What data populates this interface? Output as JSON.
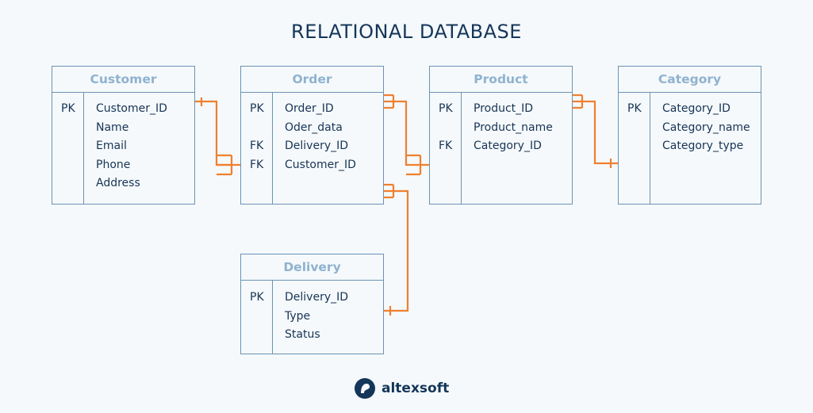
{
  "title": "RELATIONAL DATABASE",
  "tables": [
    {
      "name": "Customer",
      "rows": [
        {
          "key": "PK",
          "field": "Customer_ID"
        },
        {
          "key": "",
          "field": "Name"
        },
        {
          "key": "",
          "field": "Email"
        },
        {
          "key": "",
          "field": "Phone"
        },
        {
          "key": "",
          "field": "Address"
        }
      ]
    },
    {
      "name": "Order",
      "rows": [
        {
          "key": "PK",
          "field": "Order_ID"
        },
        {
          "key": "",
          "field": "Oder_data"
        },
        {
          "key": "FK",
          "field": "Delivery_ID"
        },
        {
          "key": "FK",
          "field": "Customer_ID"
        }
      ]
    },
    {
      "name": "Product",
      "rows": [
        {
          "key": "PK",
          "field": "Product_ID"
        },
        {
          "key": "",
          "field": "Product_name"
        },
        {
          "key": "FK",
          "field": "Category_ID"
        }
      ]
    },
    {
      "name": "Category",
      "rows": [
        {
          "key": "PK",
          "field": "Category_ID"
        },
        {
          "key": "",
          "field": "Category_name"
        },
        {
          "key": "",
          "field": "Category_type"
        }
      ]
    },
    {
      "name": "Delivery",
      "rows": [
        {
          "key": "PK",
          "field": "Delivery_ID"
        },
        {
          "key": "",
          "field": "Type"
        },
        {
          "key": "",
          "field": "Status"
        }
      ]
    }
  ],
  "brand": {
    "name": "altexsoft"
  },
  "colors": {
    "border": "#6a93b4",
    "header_text": "#8fb2cf",
    "text": "#173456",
    "connector": "#f07f2f"
  }
}
